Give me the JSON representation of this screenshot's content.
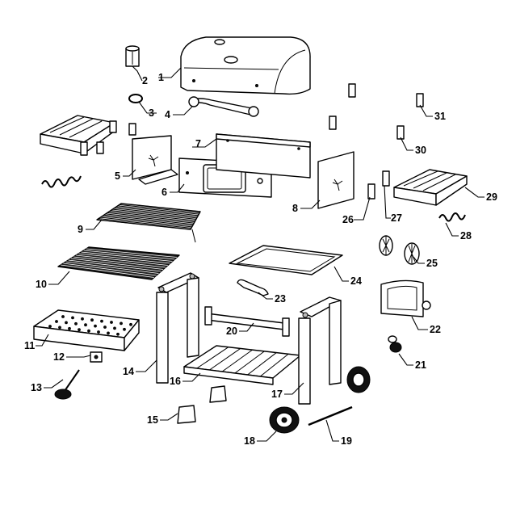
{
  "callouts": [
    {
      "id": "1",
      "label": "1"
    },
    {
      "id": "2",
      "label": "2"
    },
    {
      "id": "3",
      "label": "3"
    },
    {
      "id": "4",
      "label": "4"
    },
    {
      "id": "5",
      "label": "5"
    },
    {
      "id": "6",
      "label": "6"
    },
    {
      "id": "7",
      "label": "7"
    },
    {
      "id": "8",
      "label": "8"
    },
    {
      "id": "9",
      "label": "9"
    },
    {
      "id": "10",
      "label": "10"
    },
    {
      "id": "11",
      "label": "11"
    },
    {
      "id": "12",
      "label": "12"
    },
    {
      "id": "13",
      "label": "13"
    },
    {
      "id": "14",
      "label": "14"
    },
    {
      "id": "15",
      "label": "15"
    },
    {
      "id": "16",
      "label": "16"
    },
    {
      "id": "17",
      "label": "17"
    },
    {
      "id": "18",
      "label": "18"
    },
    {
      "id": "19",
      "label": "19"
    },
    {
      "id": "20",
      "label": "20"
    },
    {
      "id": "21",
      "label": "21"
    },
    {
      "id": "22",
      "label": "22"
    },
    {
      "id": "23",
      "label": "23"
    },
    {
      "id": "24",
      "label": "24"
    },
    {
      "id": "25",
      "label": "25"
    },
    {
      "id": "26",
      "label": "26"
    },
    {
      "id": "27",
      "label": "27"
    },
    {
      "id": "28",
      "label": "28"
    },
    {
      "id": "29",
      "label": "29"
    },
    {
      "id": "30",
      "label": "30"
    },
    {
      "id": "31",
      "label": "31"
    }
  ]
}
